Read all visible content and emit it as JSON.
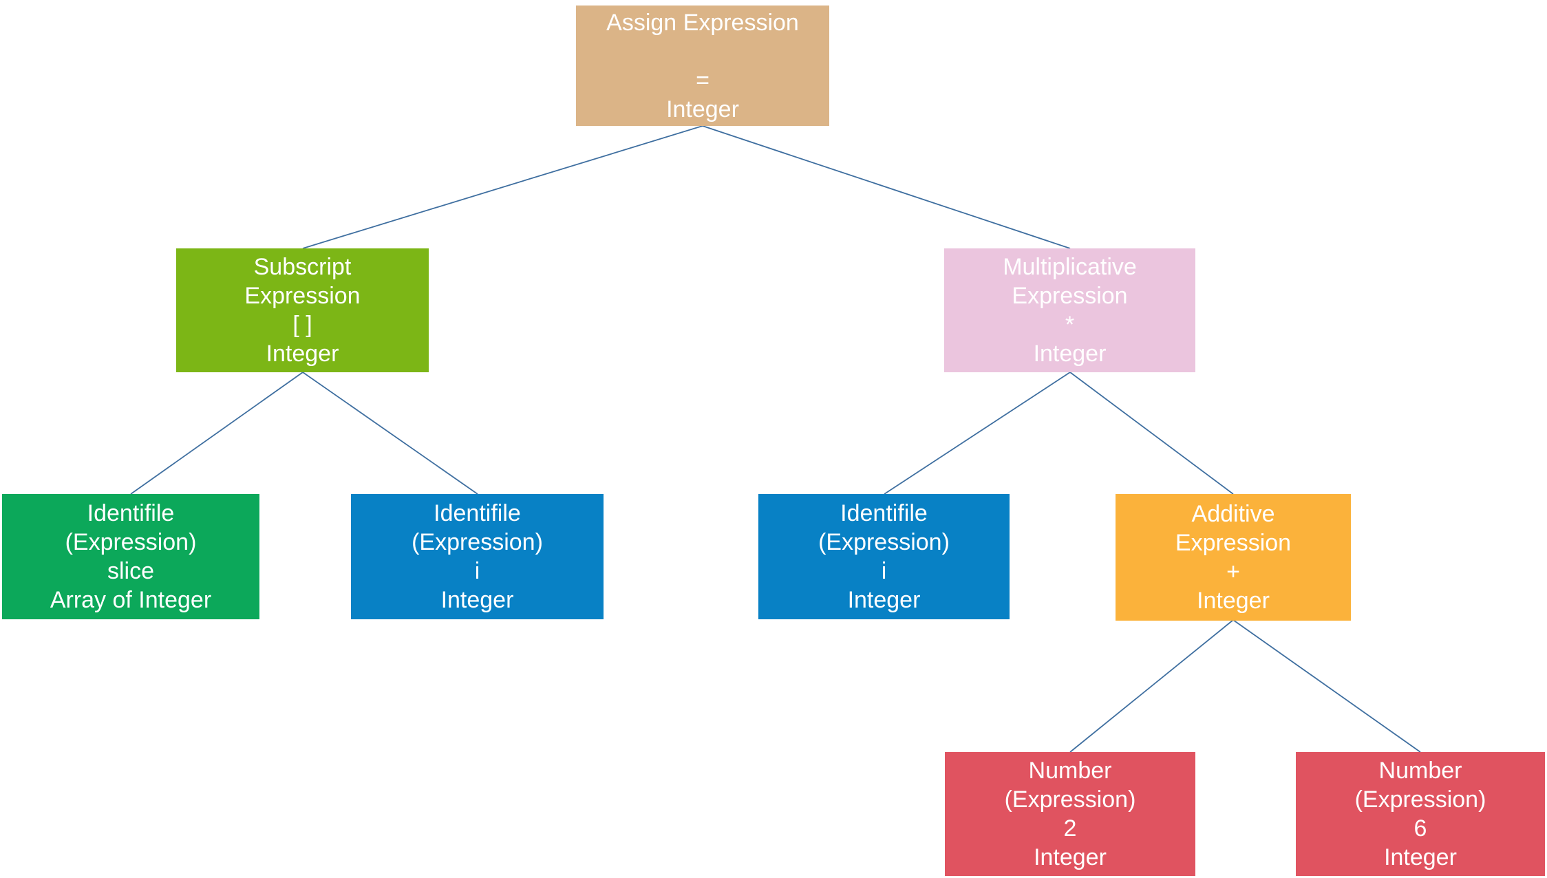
{
  "diagram": {
    "type": "syntax-tree",
    "background_color": "#FFFFFF",
    "text_color": "#FFFFFF",
    "connector_color": "#3F6FA0"
  },
  "nodes": {
    "assign": {
      "lines": [
        "Assign Expression",
        "",
        "=",
        "Integer"
      ],
      "color": "#DBB487"
    },
    "subscript": {
      "lines": [
        "Subscript",
        "Expression",
        "[ ]",
        "Integer"
      ],
      "color": "#7CB616"
    },
    "multiplicative": {
      "lines": [
        "Multiplicative",
        "Expression",
        "*",
        "Integer"
      ],
      "color": "#EBC5DE"
    },
    "ident_slice": {
      "lines": [
        "Identifile",
        "(Expression)",
        "slice",
        "Array of Integer"
      ],
      "color": "#0CA85A"
    },
    "ident_i_left": {
      "lines": [
        "Identifile",
        "(Expression)",
        "i",
        "Integer"
      ],
      "color": "#0881C5"
    },
    "ident_i_right": {
      "lines": [
        "Identifile",
        "(Expression)",
        "i",
        "Integer"
      ],
      "color": "#0881C5"
    },
    "additive": {
      "lines": [
        "Additive",
        "Expression",
        "+",
        "Integer"
      ],
      "color": "#FBB23B"
    },
    "number_2": {
      "lines": [
        "Number",
        "(Expression)",
        "2",
        "Integer"
      ],
      "color": "#E05360"
    },
    "number_6": {
      "lines": [
        "Number",
        "(Expression)",
        "6",
        "Integer"
      ],
      "color": "#E05360"
    }
  },
  "edges": [
    {
      "from": "assign",
      "to": "subscript"
    },
    {
      "from": "assign",
      "to": "multiplicative"
    },
    {
      "from": "subscript",
      "to": "ident_slice"
    },
    {
      "from": "subscript",
      "to": "ident_i_left"
    },
    {
      "from": "multiplicative",
      "to": "ident_i_right"
    },
    {
      "from": "multiplicative",
      "to": "additive"
    },
    {
      "from": "additive",
      "to": "number_2"
    },
    {
      "from": "additive",
      "to": "number_6"
    }
  ]
}
